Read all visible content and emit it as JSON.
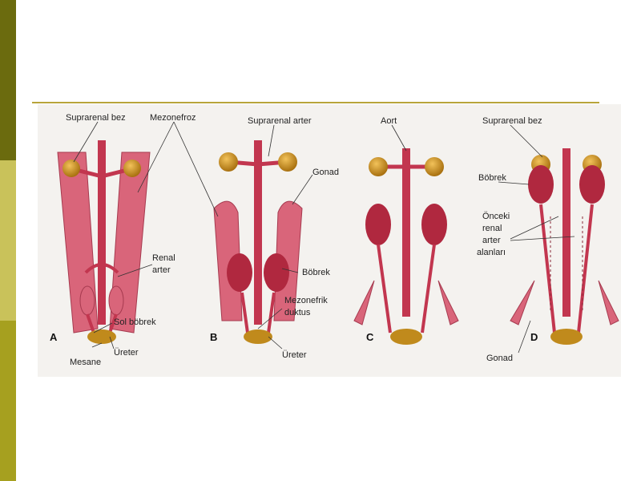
{
  "slide": {
    "accent_colors": {
      "sidebar_dark": "#6b6b0e",
      "sidebar_light": "#c9c25a",
      "sidebar_mid": "#a6a01f",
      "rule": "#b8a43a"
    }
  },
  "figure": {
    "panels": {
      "a": "A",
      "b": "B",
      "c": "C",
      "d": "D"
    },
    "labels": {
      "suprarenal_bez_a": "Suprarenal bez",
      "mezonefroz": "Mezonefroz",
      "suprarenal_arter": "Suprarenal arter",
      "gonad_b": "Gonad",
      "aort": "Aort",
      "suprarenal_bez_d": "Suprarenal bez",
      "bobrek_d": "Böbrek",
      "onceki_renal_line1": "Önceki",
      "onceki_renal_line2": "renal",
      "onceki_renal_line3": "arter",
      "onceki_renal_line4": "alanları",
      "renal_arter_line1": "Renal",
      "renal_arter_line2": "arter",
      "bobrek_b": "Böbrek",
      "mezonefrik_line1": "Mezonefrik",
      "mezonefrik_line2": "duktus",
      "sol_bobrek": "Sol böbrek",
      "ureter_a": "Üreter",
      "mesane": "Mesane",
      "ureter_b": "Üreter",
      "gonad_d": "Gonad"
    },
    "colors": {
      "vessel": "#c2364f",
      "tissue": "#d9657a",
      "gland": "#c8901e",
      "bladder": "#c08a1c",
      "kidney": "#b0283f"
    }
  }
}
